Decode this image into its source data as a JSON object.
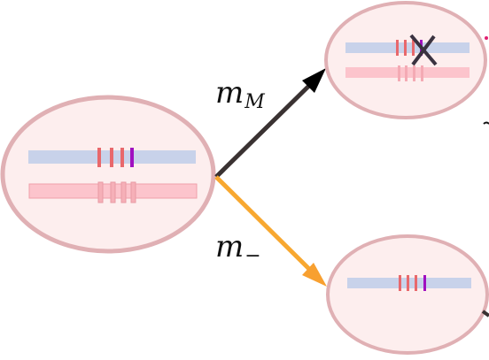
{
  "labels": {
    "upper_arrow": {
      "base": "m",
      "sub": "M"
    },
    "lower_arrow": {
      "base": "m",
      "sub": "−"
    }
  },
  "colors": {
    "cell_fill": "#fdeeee",
    "cell_border": "#e0b0b4",
    "chrom_blue": "#c8d2ea",
    "chrom_pink": "#fcc4cc",
    "mark_red": "#e8686c",
    "mark_purple": "#a010c0",
    "arrow_dark": "#3a3232",
    "arrow_orange": "#f8a830",
    "cross": "#3a3240"
  }
}
